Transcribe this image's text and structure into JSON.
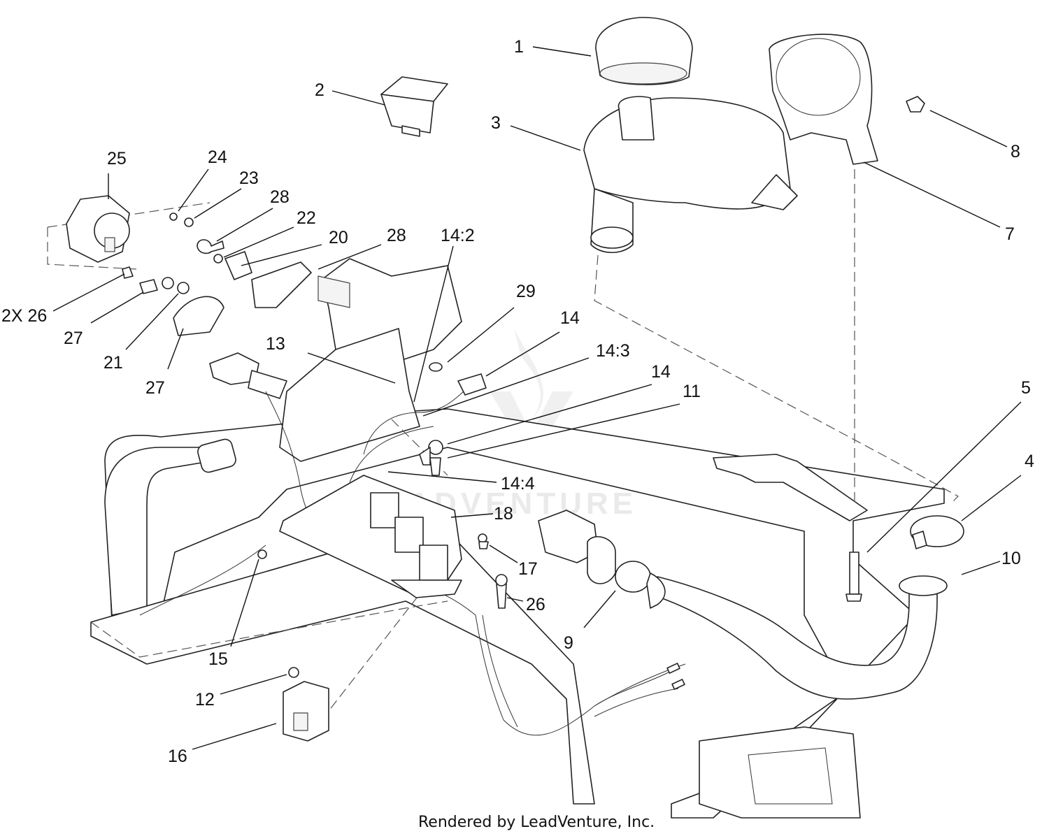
{
  "diagram": {
    "footer": "Rendered by LeadVenture, Inc.",
    "watermark": "LEADVENTURE",
    "callouts": [
      "1",
      "2",
      "3",
      "8",
      "7",
      "25",
      "24",
      "23",
      "28",
      "22",
      "20",
      "28",
      "14:2",
      "2X 26",
      "27",
      "21",
      "27",
      "29",
      "14",
      "13",
      "14:3",
      "14",
      "11",
      "5",
      "4",
      "14:4",
      "18",
      "10",
      "17",
      "26",
      "9",
      "15",
      "12",
      "16"
    ]
  }
}
